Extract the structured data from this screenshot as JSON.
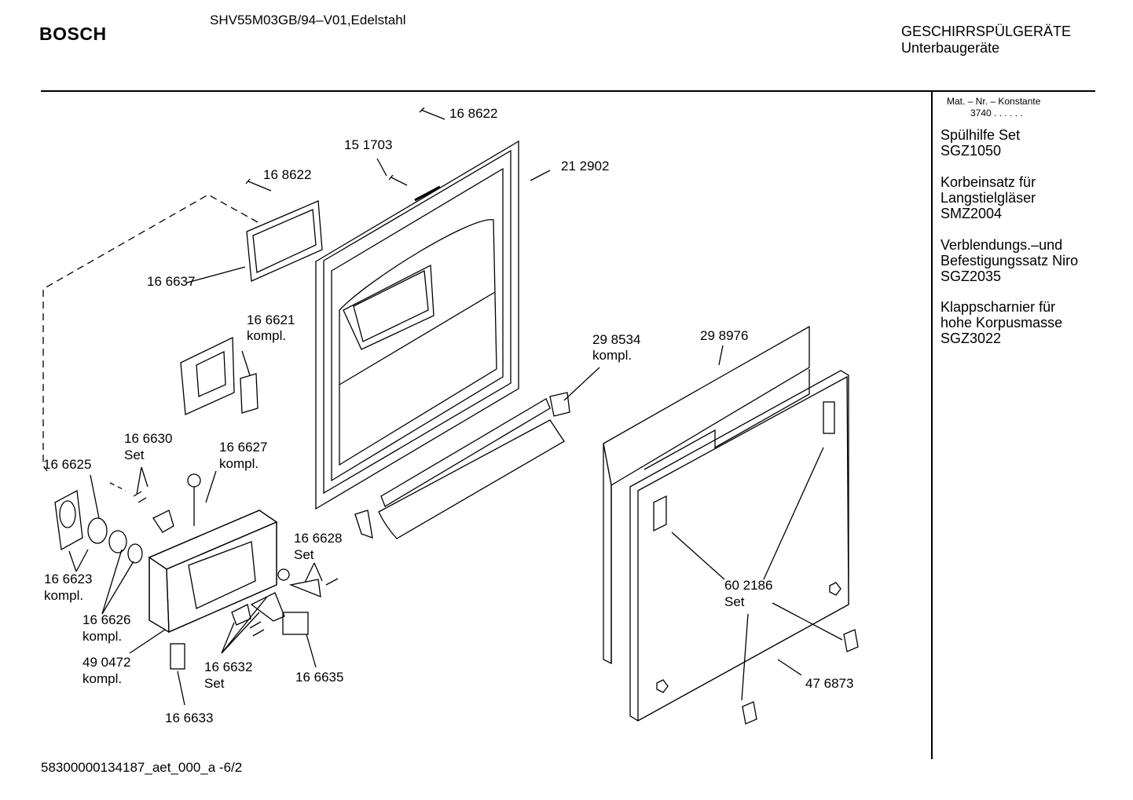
{
  "header": {
    "brand": "BOSCH",
    "model": "SHV55M03GB/94–V01,Edelstahl",
    "category": "GESCHIRRSPÜLGERÄTE",
    "subcategory": "Unterbaugeräte"
  },
  "sidebar": {
    "mat_header": "Mat. – Nr. – Konstante",
    "mat_constant": "3740 .  .  .  .  .  .",
    "accessories": [
      {
        "lines": [
          "Spülhilfe Set",
          "SGZ1050"
        ]
      },
      {
        "lines": [
          "Korbeinsatz für",
          "Langstielgläser",
          "SMZ2004"
        ]
      },
      {
        "lines": [
          "Verblendungs.–und",
          "Befestigungssatz Niro",
          "SGZ2035"
        ]
      },
      {
        "lines": [
          "Klappscharnier für",
          "hohe Korpusmasse",
          "SGZ3022"
        ]
      }
    ]
  },
  "parts": {
    "p168622_a": "16 8622",
    "p151703": "15 1703",
    "p212902": "21 2902",
    "p168622_b": "16 8622",
    "p166637": "16 6637",
    "p166621": "16 6621",
    "kompl": "kompl.",
    "set": "Set",
    "p298534": "29 8534",
    "p298976": "29 8976",
    "p166630": "16 6630",
    "p166627": "16 6627",
    "p166625": "16 6625",
    "p166628": "16 6628",
    "p166623": "16 6623",
    "p166626": "16 6626",
    "p490472": "49 0472",
    "p166632": "16 6632",
    "p166635": "16 6635",
    "p166633": "16 6633",
    "p602186": "60 2186",
    "p476873": "47 6873"
  },
  "footer": {
    "doc_id": "58300000134187_aet_000_a  -6/2"
  }
}
